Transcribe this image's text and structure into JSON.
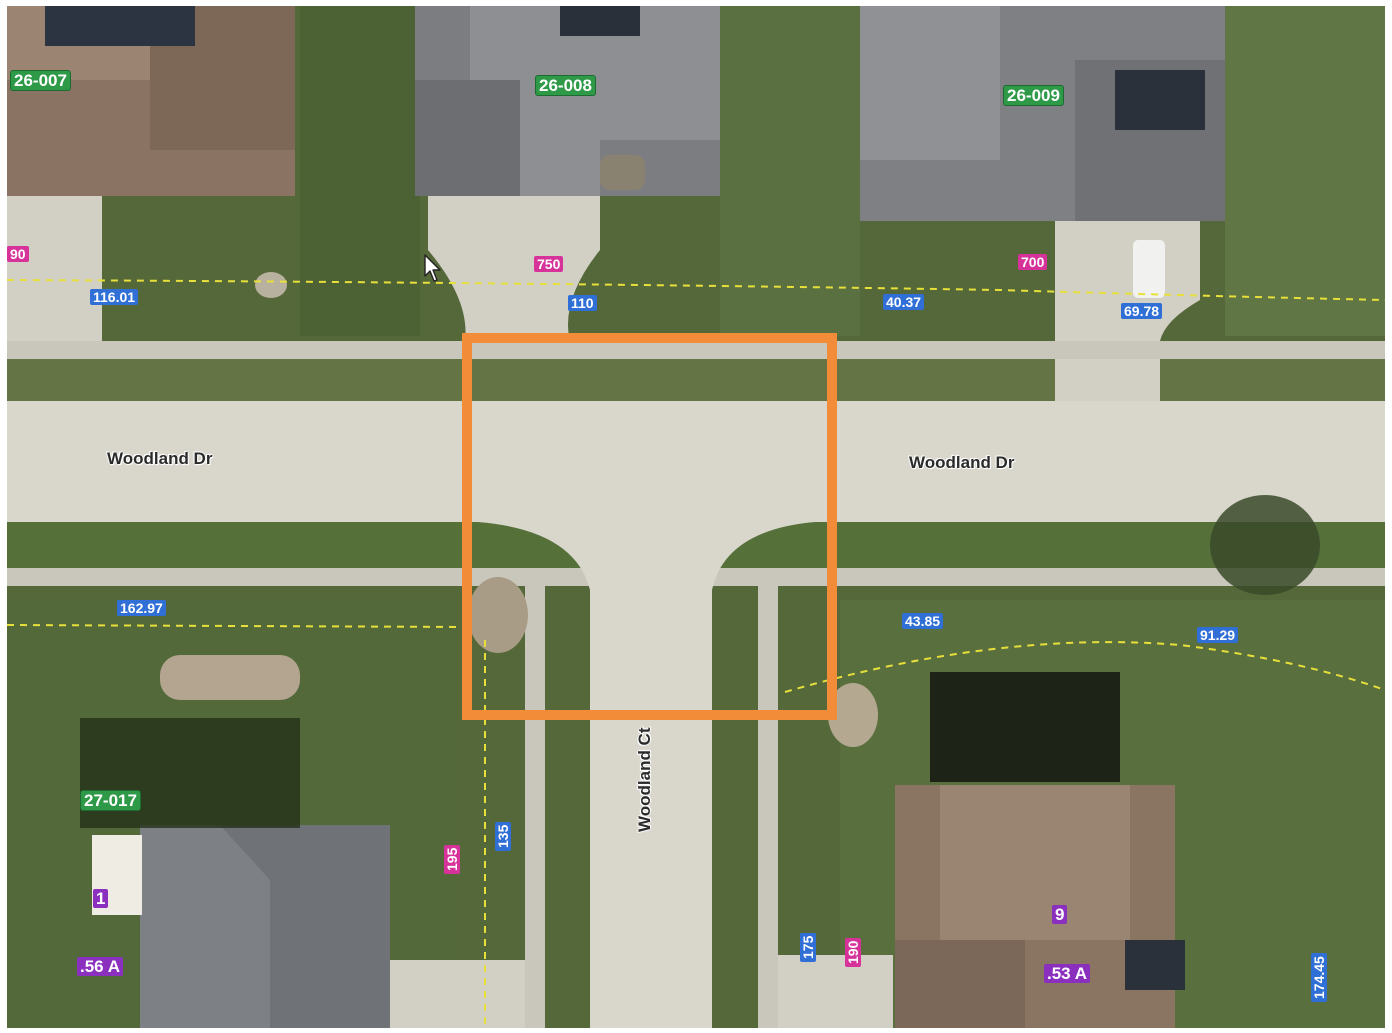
{
  "streets": {
    "woodland_dr_west": "Woodland Dr",
    "woodland_dr_east": "Woodland Dr",
    "woodland_ct": "Woodland Ct"
  },
  "parcel_ids": {
    "p26_007": "26-007",
    "p26_008": "26-008",
    "p26_009": "26-009",
    "p27_017": "27-017"
  },
  "addresses": {
    "a90": "90",
    "a750": "750",
    "a700": "700",
    "a195": "195",
    "a190": "190"
  },
  "dimensions": {
    "d116_01": "116.01",
    "d110": "110",
    "d40_37": "40.37",
    "d69_78": "69.78",
    "d162_97": "162.97",
    "d43_85": "43.85",
    "d91_29": "91.29",
    "d135": "135",
    "d175": "175",
    "d174_45": "174.45"
  },
  "lot_labels": {
    "lot_1": "1",
    "lot_9": "9",
    "acre_56": ".56 A",
    "acre_53": ".53 A"
  },
  "colors": {
    "highlight_box": "#f28c38",
    "parcel_line": "#e8e03a",
    "parcel_id_bg": "#2e9a48",
    "dimension_bg": "#2f6fd6",
    "address_bg": "#d6329a",
    "acreage_bg": "#8b2fbf"
  },
  "icons": {
    "cursor": "mouse-pointer-icon"
  }
}
